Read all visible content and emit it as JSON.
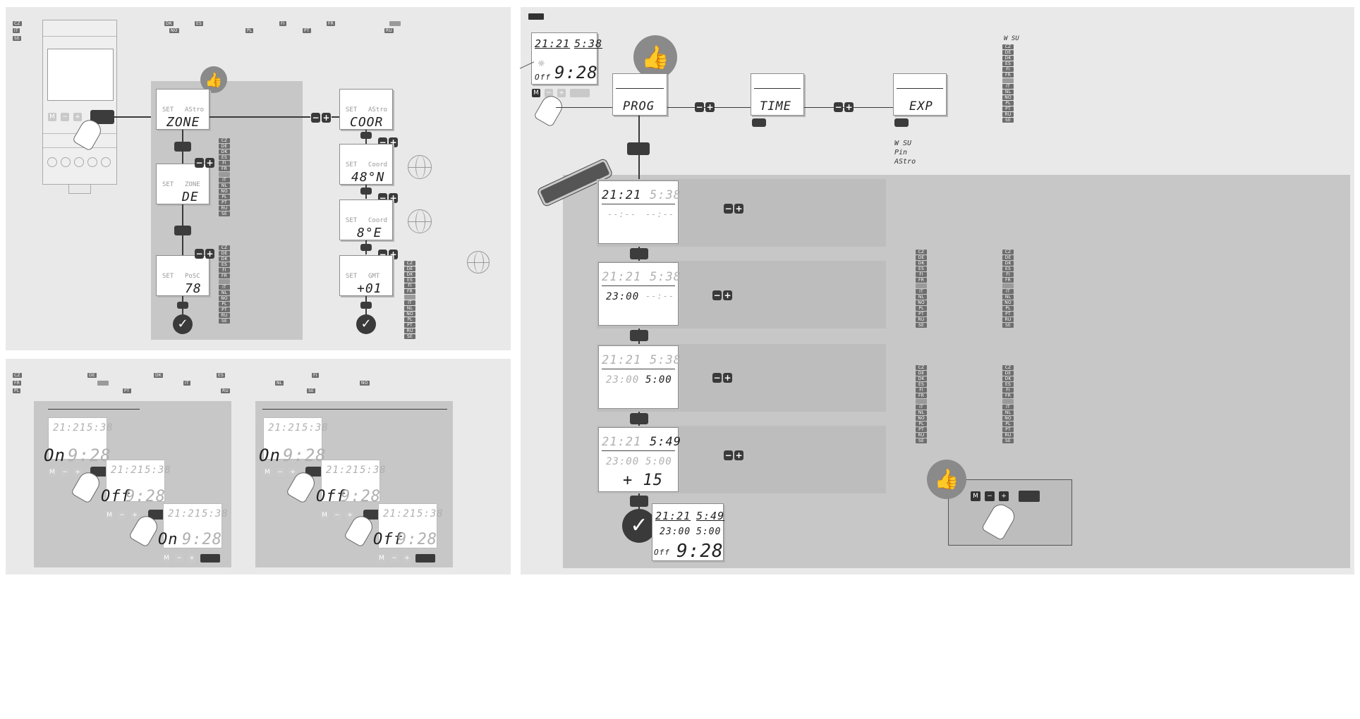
{
  "languages": [
    "CZ",
    "DE",
    "DK",
    "ES",
    "FI",
    "FR",
    "IT",
    "NL",
    "NO",
    "PL",
    "PT",
    "RU",
    "SE"
  ],
  "panelA": {
    "buttons_m": "M",
    "minus": "−",
    "plus": "+",
    "zone": {
      "set": "SET",
      "astro": "AStro",
      "label": "ZONE"
    },
    "zone_de": {
      "set": "SET",
      "zone": "ZONE",
      "value": "DE"
    },
    "posc": {
      "set": "SET",
      "posc": "PoSC",
      "value": "78"
    },
    "coor": {
      "set": "SET",
      "astro": "AStro",
      "label": "COOR"
    },
    "lat": {
      "set": "SET",
      "coord": "Coord",
      "value": "48°N"
    },
    "lon": {
      "set": "SET",
      "coord": "Coord",
      "value": "8°E"
    },
    "gmt": {
      "set": "SET",
      "gmt": "GMT",
      "value": "+01"
    },
    "check": "✓"
  },
  "panelB": {
    "time_row": {
      "left": "21:21",
      "right": "5:38"
    },
    "states": [
      {
        "state": "On",
        "time": "9:28"
      },
      {
        "state": "Off",
        "time": "9:28"
      },
      {
        "state": "On",
        "time": "9:28"
      }
    ],
    "states2": [
      {
        "state": "On",
        "time": "9:28"
      },
      {
        "state": "Off",
        "time": "9:28"
      },
      {
        "state": "Off",
        "time": "9:28"
      }
    ]
  },
  "panelC": {
    "top_lcd": {
      "left": "21:21",
      "right": "5:38",
      "state": "Off",
      "time": "9:28"
    },
    "menu": [
      "PROG",
      "TIME",
      "EXP"
    ],
    "wsu_small": "W SU",
    "exp_opts": [
      "W SU",
      "Pin",
      "AStro"
    ],
    "steps": [
      {
        "left": "21:21",
        "right": "5:38",
        "b_left": "--:--",
        "b_right": "--:--"
      },
      {
        "left": "21:21",
        "right": "5:38",
        "b_left": "23:00",
        "b_right": "--:--"
      },
      {
        "left": "21:21",
        "right": "5:38",
        "b_left": "23:00",
        "b_right": "5:00"
      },
      {
        "left": "21:21",
        "right": "5:49",
        "b_left": "23:00",
        "b_right": "5:00",
        "offset": "+ 15"
      }
    ],
    "final_lcd": {
      "left": "21:21",
      "right": "5:49",
      "b_left": "23:00",
      "b_right": "5:00",
      "state": "Off",
      "time": "9:28"
    },
    "check": "✓"
  }
}
